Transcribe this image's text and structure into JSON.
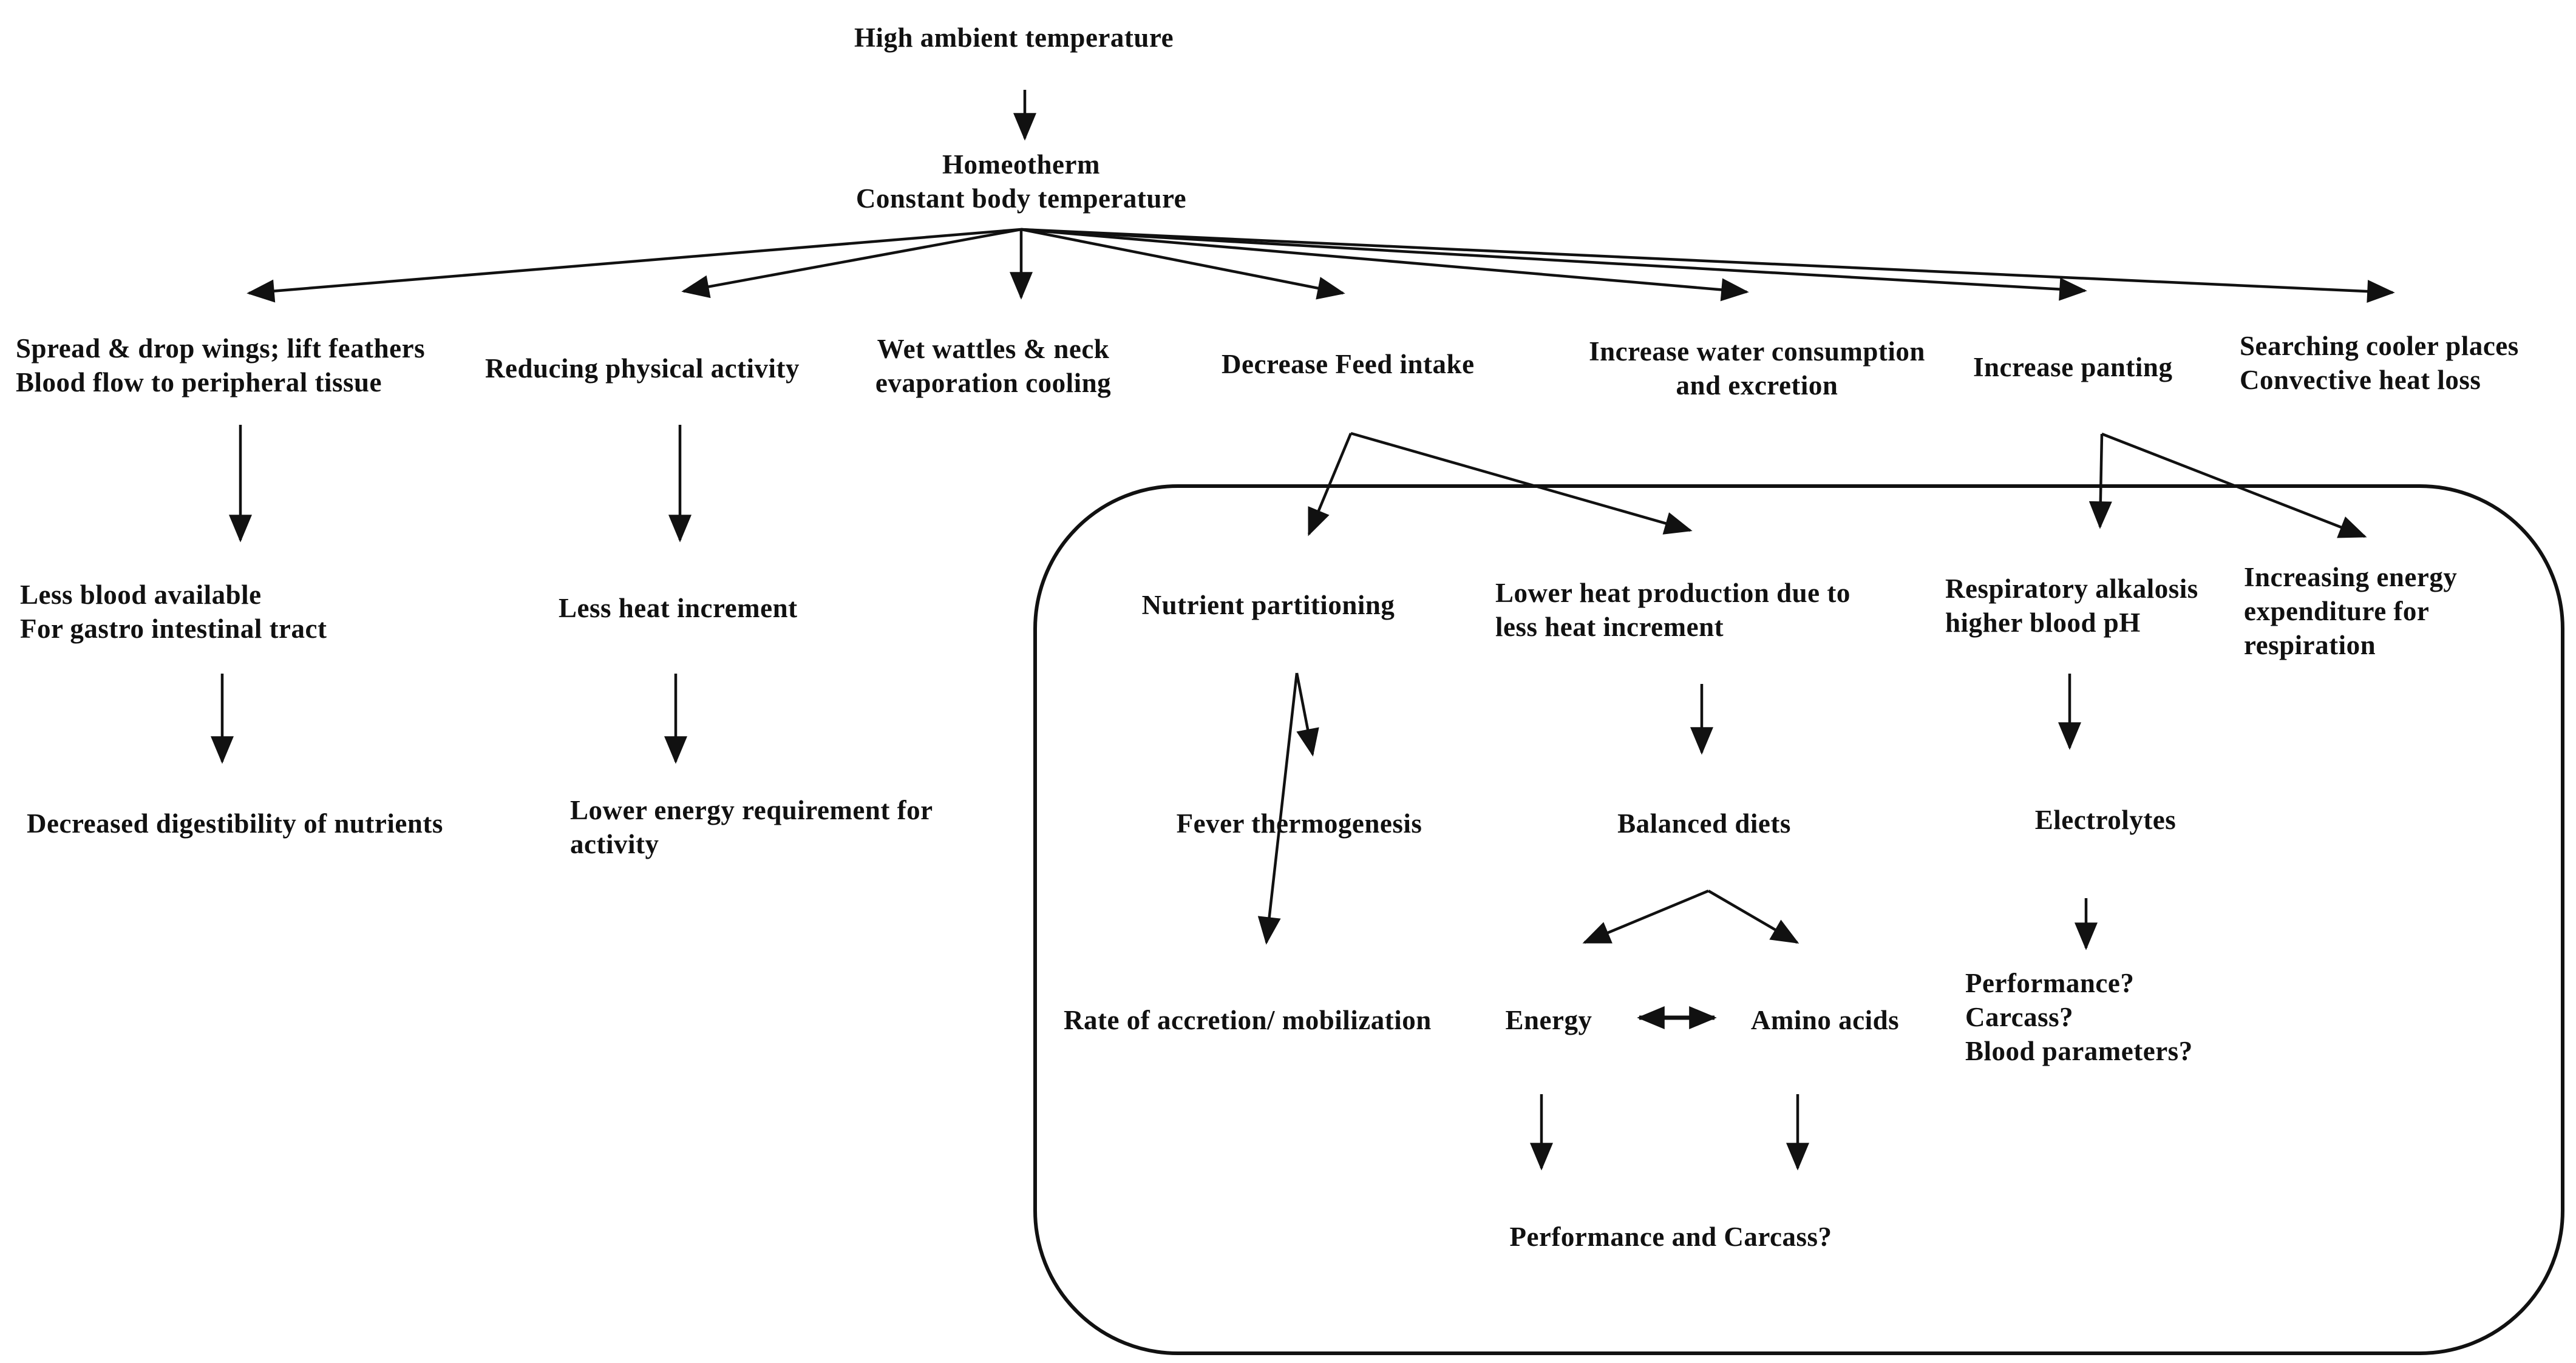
{
  "title": "Heat stress response flowchart",
  "colors": {
    "ink": "#111111",
    "background": "#ffffff"
  },
  "nodes": {
    "high_ambient": "High ambient temperature",
    "homeotherm": "Homeotherm\nConstant body temperature",
    "spread_wings": "Spread & drop wings; lift feathers\nBlood flow to peripheral tissue",
    "reducing_activity": "Reducing physical activity",
    "wet_wattles": "Wet wattles & neck\nevaporation cooling",
    "decrease_feed": "Decrease Feed intake",
    "increase_water": "Increase water consumption\nand excretion",
    "increase_panting": "Increase panting",
    "searching_cooler": "Searching cooler places\nConvective heat loss",
    "less_blood": "Less blood available\nFor gastro intestinal tract",
    "decreased_digestibility": "Decreased digestibility of nutrients",
    "less_heat_increment": "Less heat increment",
    "lower_energy_requirement": "Lower energy requirement for\nactivity",
    "nutrient_partitioning": "Nutrient partitioning",
    "lower_heat_production": "Lower heat production due to\nless heat increment",
    "respiratory_alkalosis": "Respiratory alkalosis\nhigher blood pH",
    "increasing_energy_expenditure": "Increasing energy\nexpenditure for\nrespiration",
    "fever_thermogenesis": "Fever thermogenesis",
    "balanced_diets": "Balanced diets",
    "electrolytes": "Electrolytes",
    "rate_accretion": "Rate of accretion/ mobilization",
    "energy": "Energy",
    "amino_acids": "Amino acids",
    "outcome_questions": "Performance?\nCarcass?\nBlood parameters?",
    "performance_carcass": "Performance and Carcass?"
  }
}
